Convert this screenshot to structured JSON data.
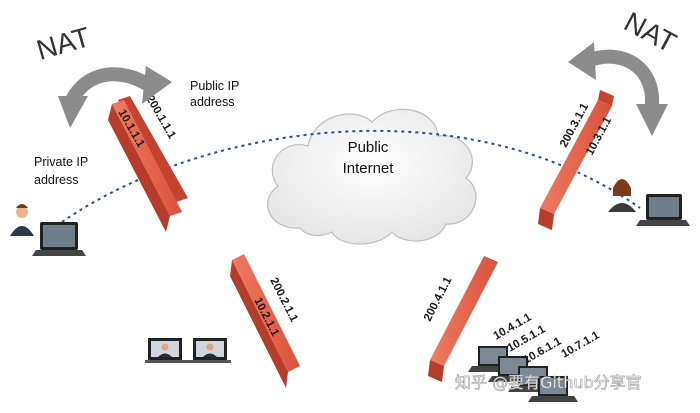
{
  "labels": {
    "nat_left": "NAT",
    "nat_right": "NAT",
    "public_ip_line1": "Public IP",
    "public_ip_line2": "address",
    "private_ip_line1": "Private IP",
    "private_ip_line2": "address",
    "internet_line1": "Public",
    "internet_line2": "Internet"
  },
  "firewalls": {
    "left": {
      "public_ip": "200.1.1.1",
      "private_ip": "10.1.1.1"
    },
    "right": {
      "public_ip": "200.3.1.1",
      "private_ip": "10.3.1.1"
    },
    "middle": {
      "public_ip": "200.2.1.1",
      "private_ip": "10.2.1.1"
    },
    "bottom_right": {
      "public_ip": "200.4.1.1"
    }
  },
  "laptop_ips": [
    "10.4.1.1",
    "10.5.1.1",
    "10.6.1.1",
    "10.7.1.1"
  ],
  "watermark": "知乎 @要有Github分享官",
  "colors": {
    "firewall": "#e8604a",
    "firewall_dark": "#c4432f",
    "tunnel_line": "#2a4f8f",
    "arrow": "#8c8c8c",
    "cloud": "#f2f2f2"
  }
}
